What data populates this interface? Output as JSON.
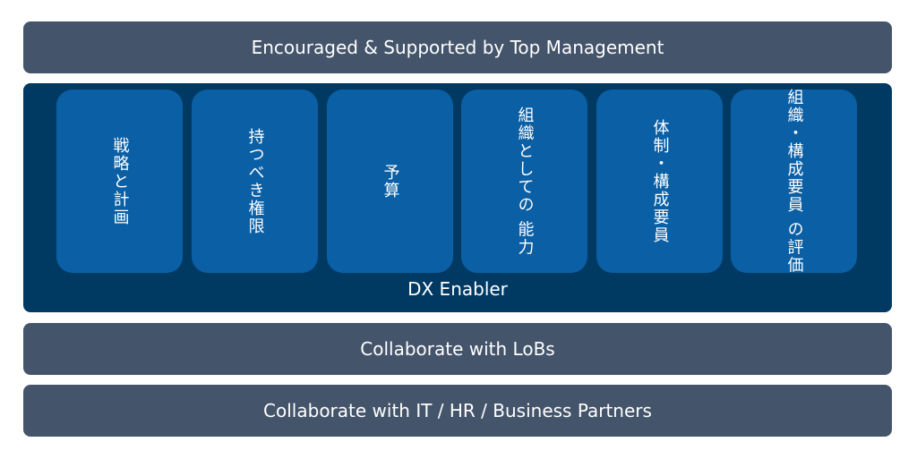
{
  "top": {
    "label": "Encouraged & Supported  by Top Management"
  },
  "enabler": {
    "label": "DX Enabler",
    "cards": [
      {
        "lines": [
          "戦略と計画"
        ]
      },
      {
        "lines": [
          "持つべき権限"
        ]
      },
      {
        "lines": [
          "予算"
        ]
      },
      {
        "lines": [
          "組織としての",
          "能力"
        ]
      },
      {
        "lines": [
          "体制・構成要員"
        ]
      },
      {
        "lines": [
          "組織・構成要員",
          "の評価"
        ]
      }
    ]
  },
  "lob": {
    "label": "Collaborate with LoBs"
  },
  "partners": {
    "label": "Collaborate with IT / HR /  Business Partners"
  },
  "colors": {
    "bar": "#44546a",
    "enabler_panel": "#003a63",
    "card": "#0a5fa5",
    "text": "#ffffff"
  }
}
